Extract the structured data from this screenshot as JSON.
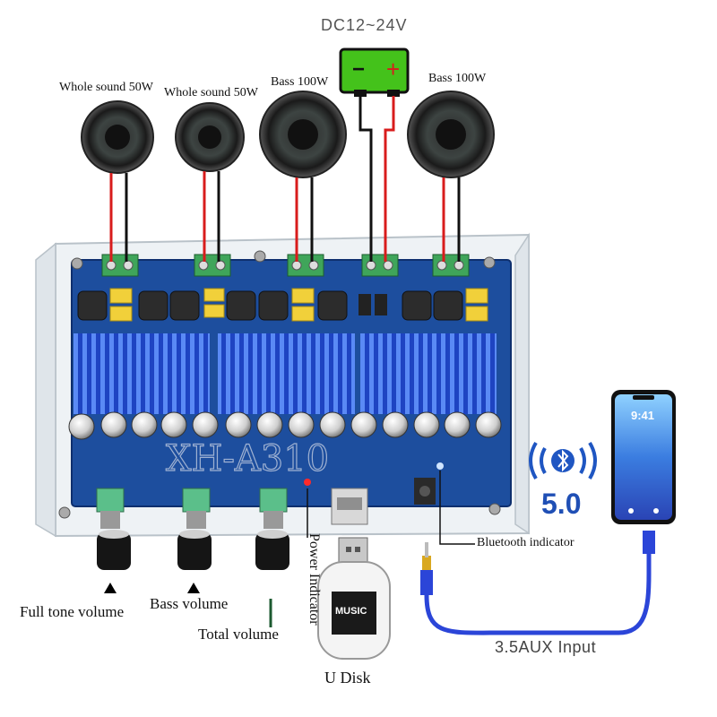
{
  "power": {
    "label": "DC12~24V",
    "minus": "−",
    "plus": "+"
  },
  "speakers": [
    {
      "label": "Whole sound 50W"
    },
    {
      "label": "Whole sound 50W"
    },
    {
      "label": "Bass 100W"
    },
    {
      "label": "Bass 100W"
    }
  ],
  "knobs": [
    {
      "label": "Full tone volume"
    },
    {
      "label": "Bass volume"
    },
    {
      "label": "Total volume"
    }
  ],
  "indicators": {
    "power": "Power Indicator",
    "bluetooth": "Bluetooth indicator"
  },
  "usb": {
    "stick_text": "MUSIC",
    "label": "U Disk"
  },
  "bluetooth": {
    "version": "5.0"
  },
  "phone": {
    "time": "9:41"
  },
  "aux": {
    "label": "3.5AUX Input"
  },
  "board": {
    "text": "XH-A310"
  },
  "colors": {
    "board": "#1d4e9e",
    "heatsink": "#2c5cd6",
    "battery": "#44c21b",
    "wire_red": "#d81c1c",
    "cable": "#2b45d8"
  }
}
